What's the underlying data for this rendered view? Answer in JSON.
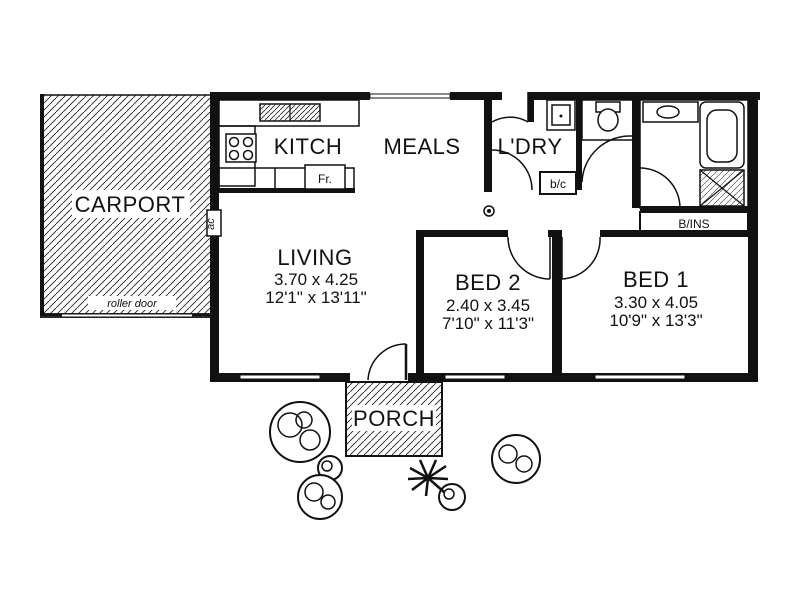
{
  "rooms": {
    "carport": "CARPORT",
    "kitchen": "KITCH",
    "meals": "MEALS",
    "laundry": "L'DRY",
    "living": "LIVING",
    "living_metric": "3.70 x 4.25",
    "living_imperial": "12'1\" x 13'11\"",
    "bed2": "BED 2",
    "bed2_metric": "2.40 x 3.45",
    "bed2_imperial": "7'10\" x 11'3\"",
    "bed1": "BED 1",
    "bed1_metric": "3.30 x 4.05",
    "bed1_imperial": "10'9\" x 13'3\"",
    "porch": "PORCH"
  },
  "fixtures": {
    "roller_door": "roller door",
    "air_con": "ac",
    "fridge": "Fr.",
    "broom_cupboard": "b/c",
    "built_ins": "B/INS"
  }
}
